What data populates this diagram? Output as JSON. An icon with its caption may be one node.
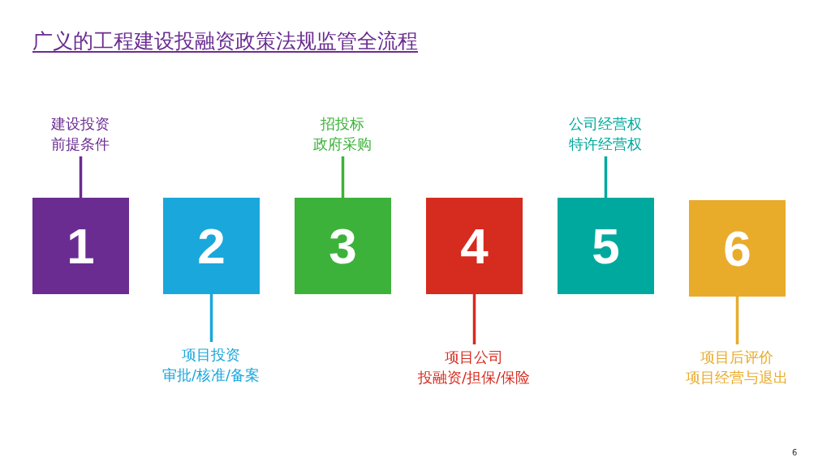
{
  "diagram": {
    "title": "广义的工程建设投融资政策法规监管全流程",
    "nodes": [
      {
        "text": [
          "建设投资前提条件"
        ]
      },
      {
        "text": [
          "1"
        ]
      },
      {
        "text": [
          "2"
        ]
      },
      {
        "text": [
          "项目投资审批/核准/备案"
        ]
      },
      {
        "text": [
          "招投标政府采购"
        ]
      },
      {
        "text": [
          "3"
        ]
      },
      {
        "text": [
          "4"
        ]
      },
      {
        "text": [
          "项目公司投融资/担保/保险"
        ]
      },
      {
        "text": [
          "公司经营权特许经营权"
        ]
      },
      {
        "text": [
          "5"
        ]
      },
      {
        "text": [
          "6"
        ]
      },
      {
        "text": [
          "项目后评价项目经营与退出"
        ]
      }
    ],
    "edges": [
      {
        "from": 0,
        "to": 1,
        "arrow": "none",
        "color": "#6a2c91"
      },
      {
        "from": 3,
        "to": 2,
        "arrow": "none",
        "color": "#1aa7dc"
      },
      {
        "from": 4,
        "to": 5,
        "arrow": "none",
        "color": "#3cb23a"
      },
      {
        "from": 7,
        "to": 6,
        "arrow": "none",
        "color": "#d62b1f"
      },
      {
        "from": 8,
        "to": 9,
        "arrow": "none",
        "color": "#00a99d"
      },
      {
        "from": 11,
        "to": 10,
        "arrow": "none",
        "color": "#e9ab2a"
      }
    ],
    "labels": [
      "6"
    ]
  }
}
